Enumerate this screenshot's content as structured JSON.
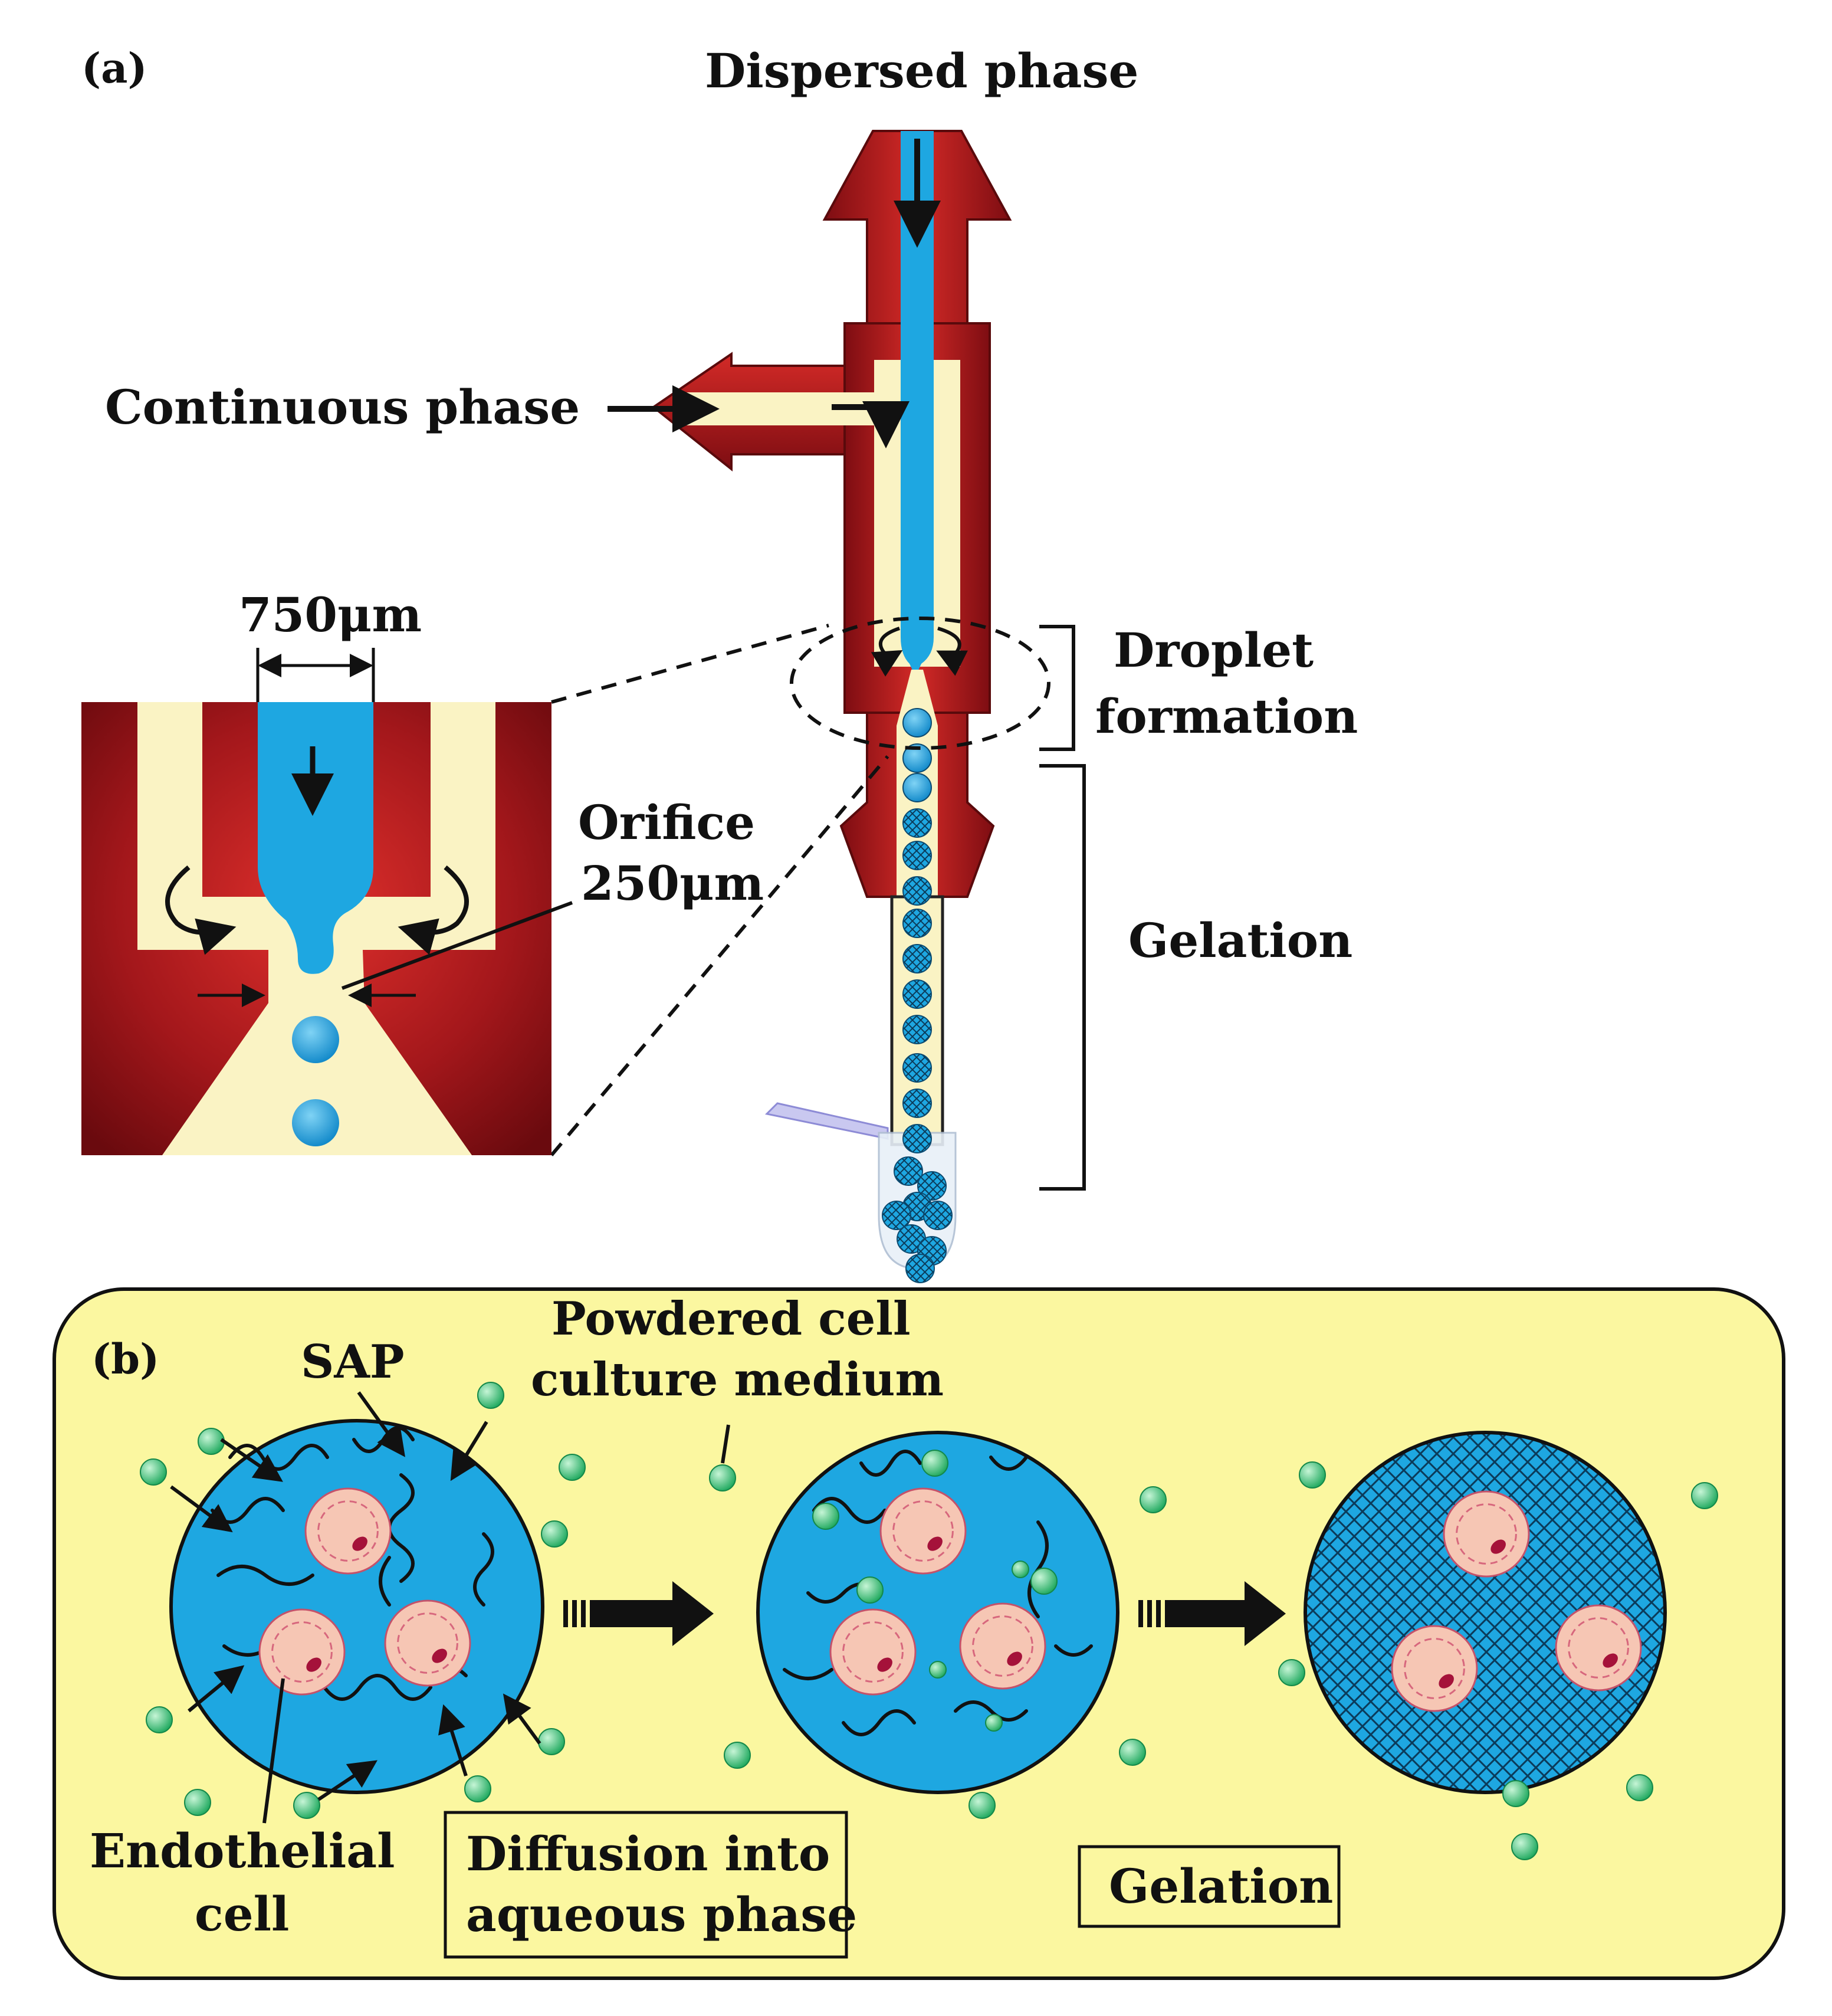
{
  "panel_a": {
    "label": "(a)",
    "dispersed_phase": "Dispersed phase",
    "continuous_phase": "Continuous phase",
    "inner_width": "750μm",
    "orifice_line1": "Orifice",
    "orifice_line2": "250μm",
    "droplet_line1": "Droplet",
    "droplet_line2": "formation",
    "gelation": "Gelation"
  },
  "panel_b": {
    "label": "(b)",
    "sap": "SAP",
    "powdered_line1": "Powdered cell",
    "powdered_line2": "culture medium",
    "endothelial_line1": "Endothelial",
    "endothelial_line2": "cell",
    "diffusion_line1": "Diffusion into",
    "diffusion_line2": "aqueous phase",
    "gelation": "Gelation"
  },
  "colors": {
    "device_red": "#a8161b",
    "fluid_blue": "#1ea7e1",
    "continuous_cream": "#faf3c4",
    "panel_b_background": "#fbf7a0",
    "medium_green": "#3cc47a",
    "cell_pink": "#f6c6b4"
  }
}
